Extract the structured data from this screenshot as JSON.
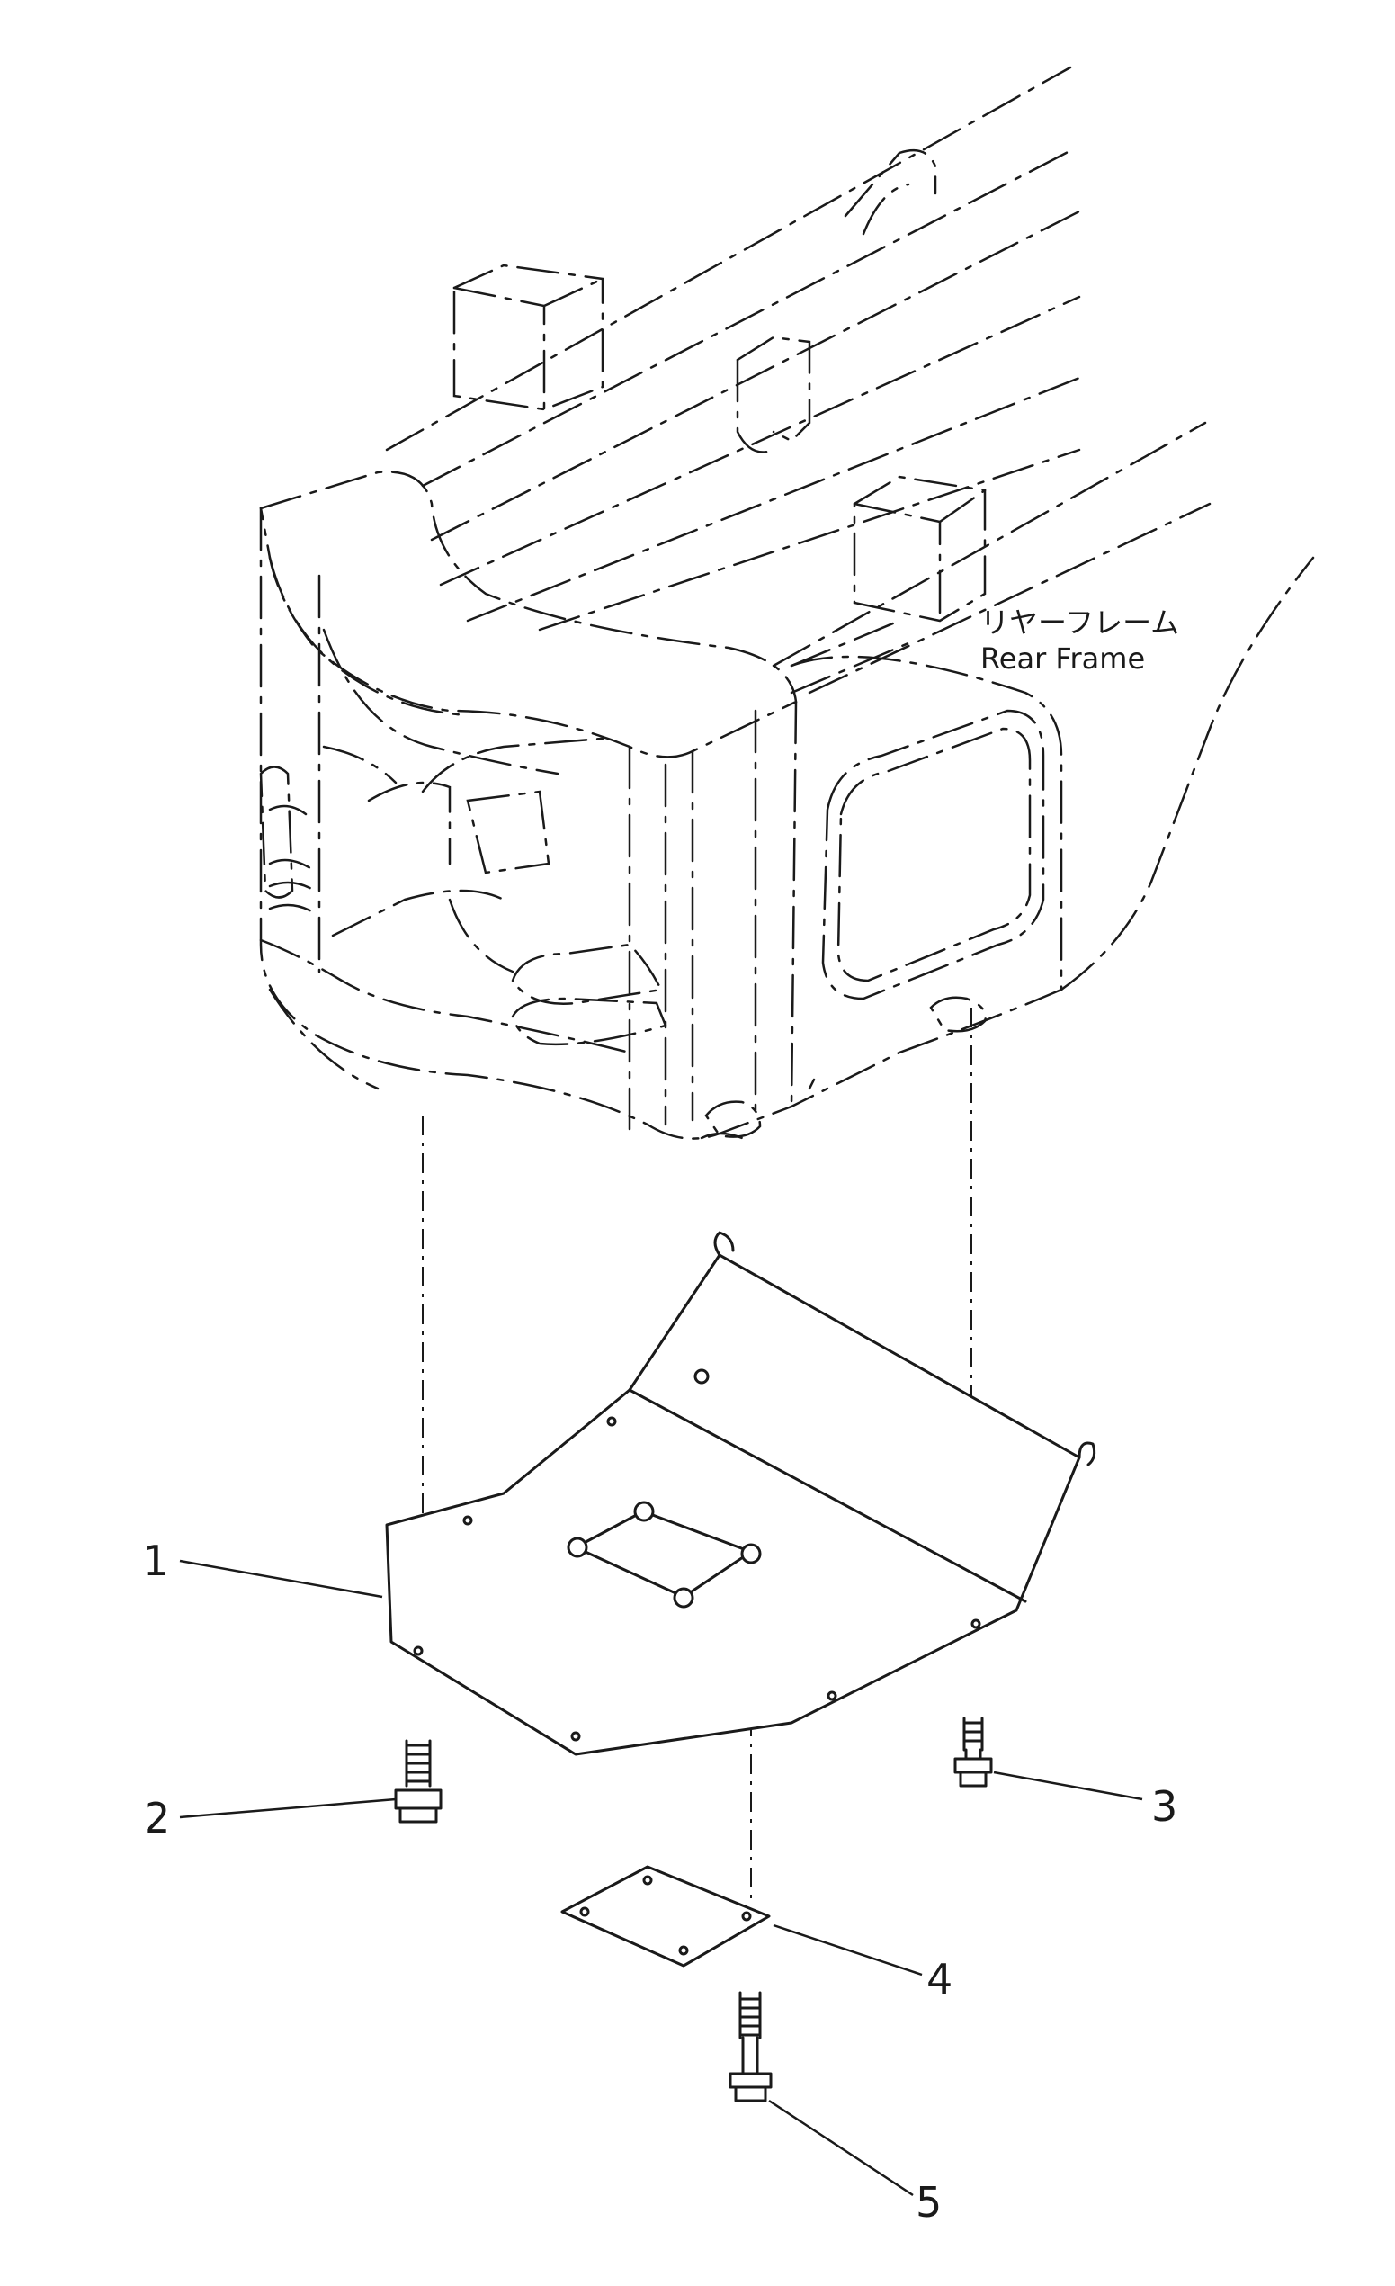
{
  "frame_label": {
    "japanese": "リヤーフレーム",
    "english": "Rear Frame"
  },
  "callouts": [
    {
      "id": "1",
      "text": "1"
    },
    {
      "id": "2",
      "text": "2"
    },
    {
      "id": "3",
      "text": "3"
    },
    {
      "id": "4",
      "text": "4"
    },
    {
      "id": "5",
      "text": "5"
    }
  ],
  "colors": {
    "line": "#1a1a1a",
    "background": "#ffffff"
  }
}
